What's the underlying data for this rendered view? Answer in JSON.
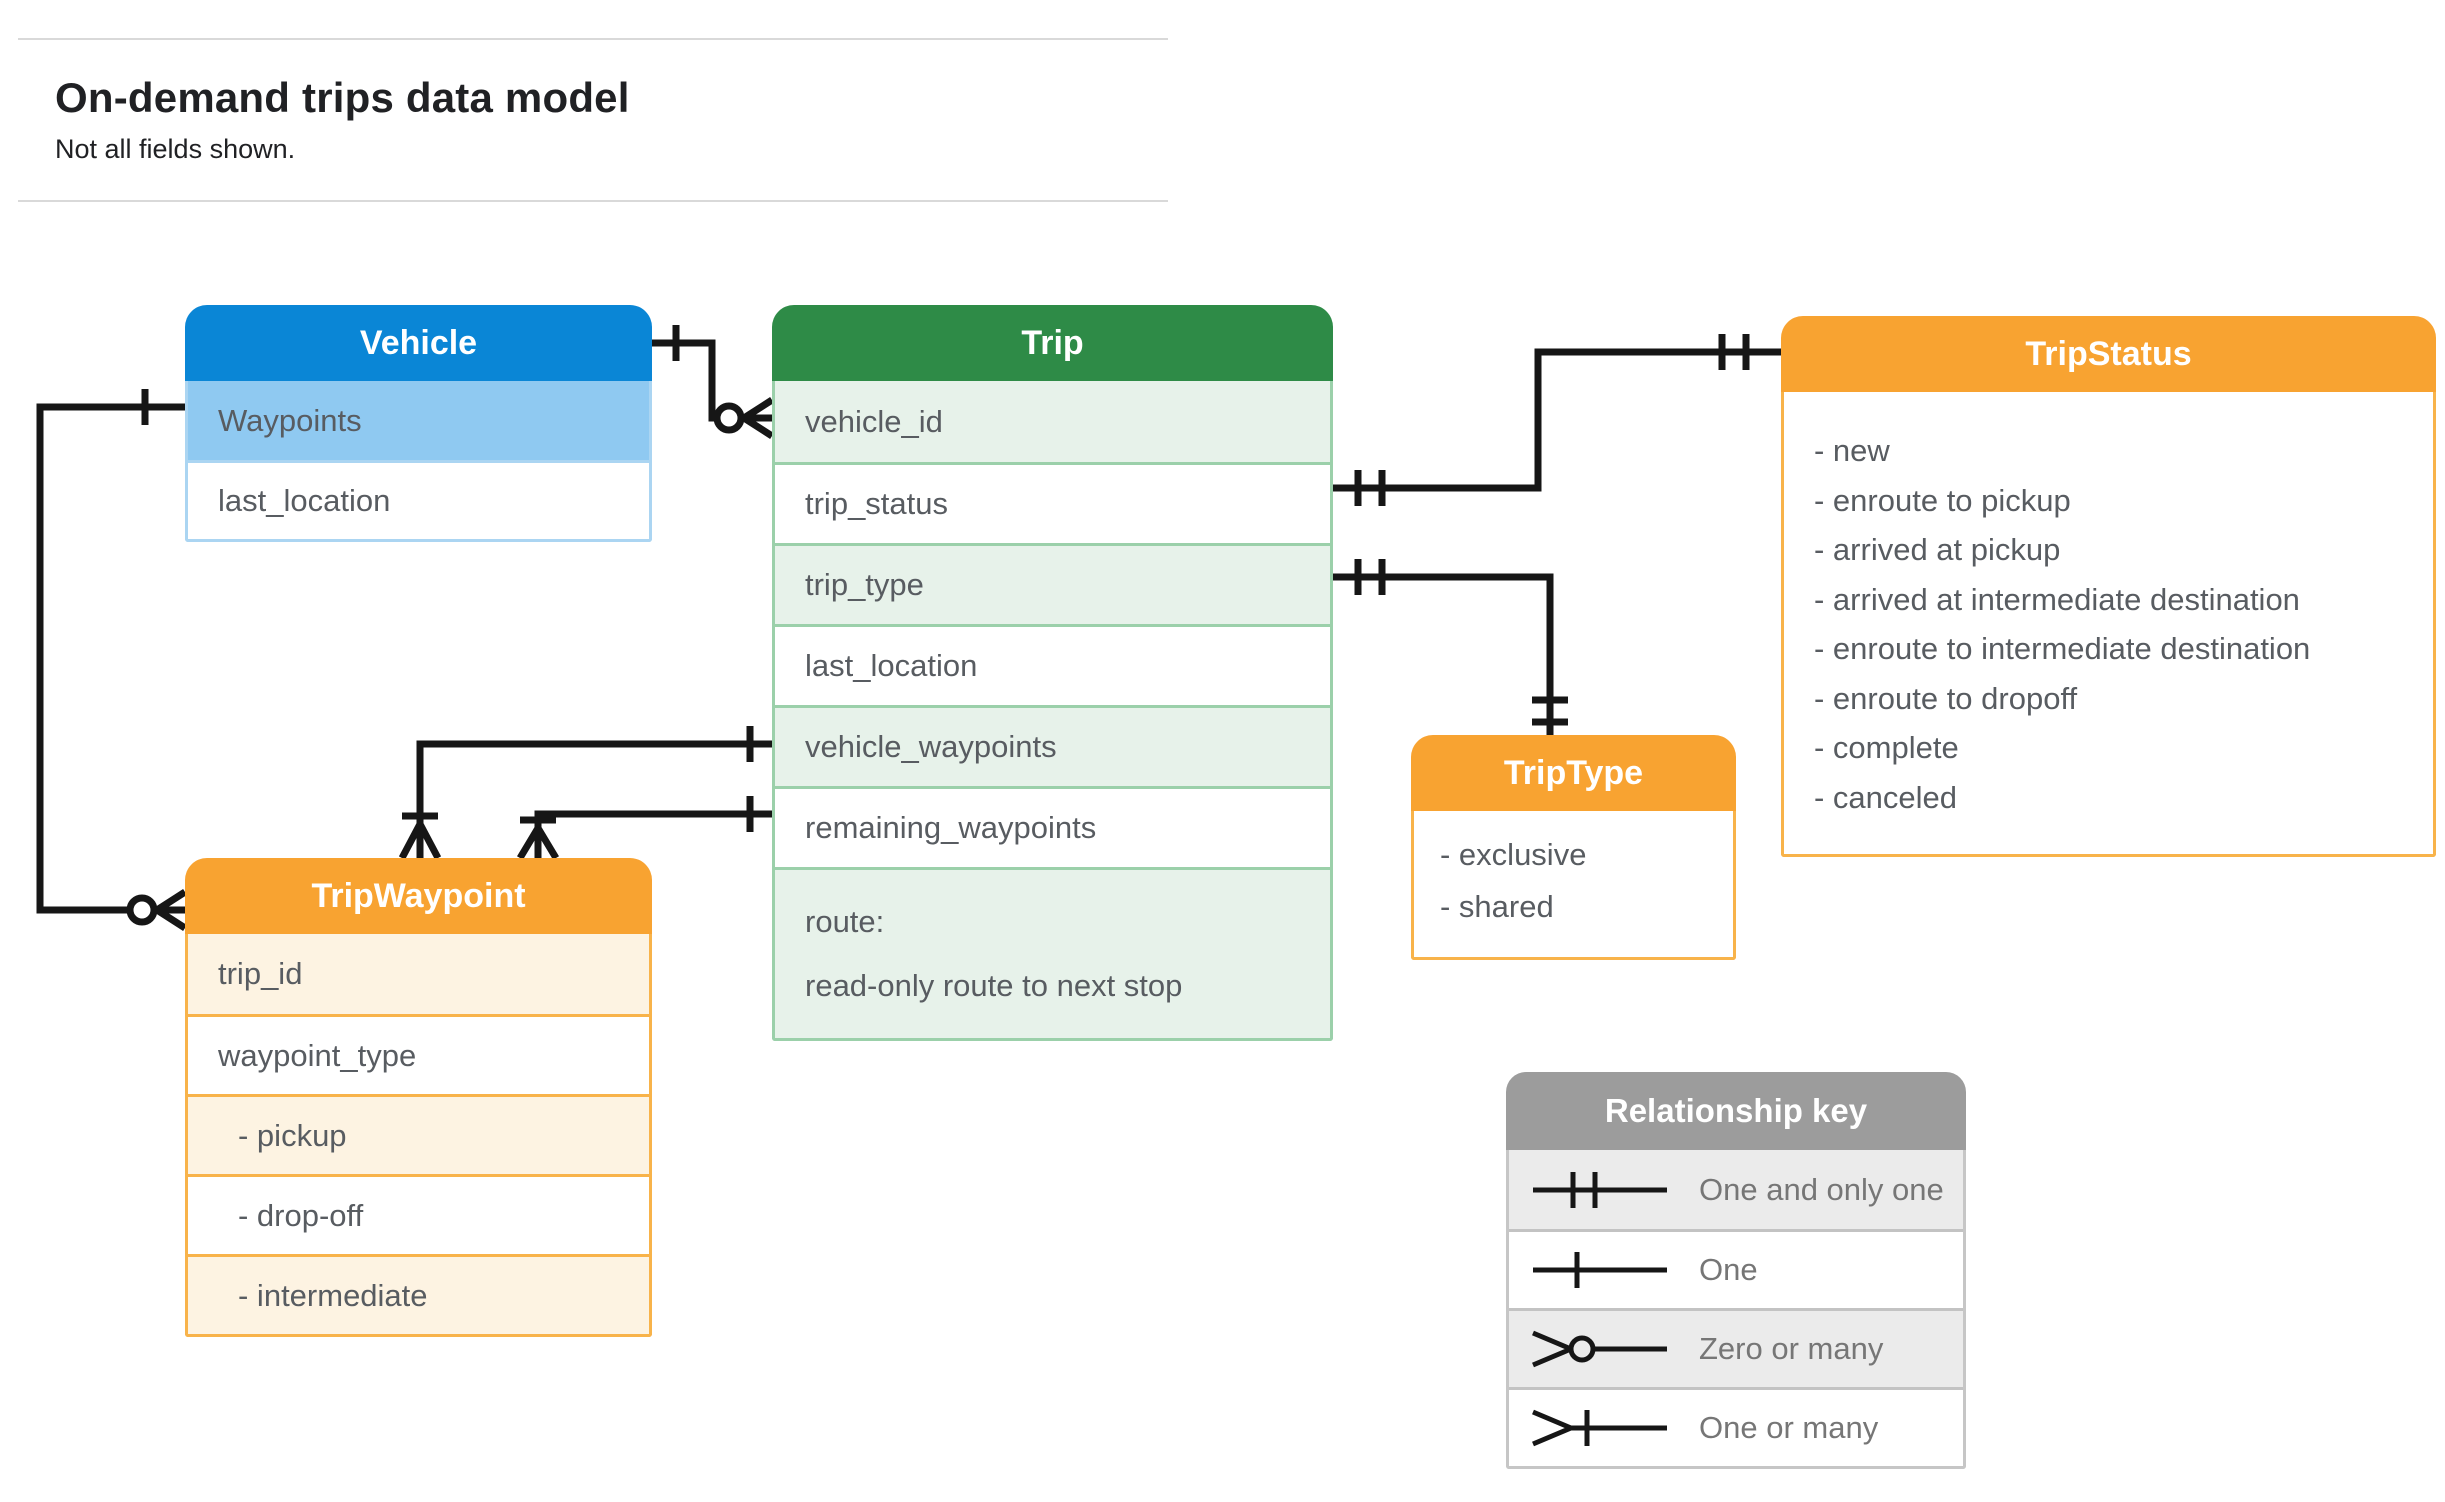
{
  "header": {
    "title": "On-demand trips data model",
    "subtitle": "Not all fields shown."
  },
  "colors": {
    "blue": "#0a86d6",
    "blue_light": "#8fc9f1",
    "green": "#2e8b47",
    "green_light": "#e7f2ea",
    "orange": "#f8a331",
    "orange_light": "#fdf3e2",
    "gray": "#9c9c9c",
    "gray_light": "#ebebeb",
    "connector": "#161616"
  },
  "entities": {
    "vehicle": {
      "title": "Vehicle",
      "fields": [
        {
          "label": "Waypoints"
        },
        {
          "label": "last_location"
        }
      ]
    },
    "trip": {
      "title": "Trip",
      "fields": [
        {
          "label": "vehicle_id"
        },
        {
          "label": "trip_status"
        },
        {
          "label": "trip_type"
        },
        {
          "label": "last_location"
        },
        {
          "label": "vehicle_waypoints"
        },
        {
          "label": "remaining_waypoints"
        },
        {
          "lines": [
            "route:",
            "read-only route to next stop"
          ]
        }
      ]
    },
    "tripstatus": {
      "title": "TripStatus",
      "items": [
        "- new",
        "- enroute to pickup",
        "- arrived at pickup",
        "- arrived at intermediate destination",
        "- enroute to intermediate destination",
        "- enroute to dropoff",
        "- complete",
        "- canceled"
      ]
    },
    "tripwaypoint": {
      "title": "TripWaypoint",
      "fields": [
        {
          "label": "trip_id"
        },
        {
          "label": "waypoint_type"
        },
        {
          "label": "- pickup",
          "indent": true
        },
        {
          "label": "- drop-off",
          "indent": true
        },
        {
          "label": "- intermediate",
          "indent": true
        }
      ]
    },
    "triptype": {
      "title": "TripType",
      "items": [
        "- exclusive",
        "- shared"
      ]
    }
  },
  "legend": {
    "title": "Relationship key",
    "rows": [
      {
        "symbol": "one-and-only-one",
        "label": "One and only one"
      },
      {
        "symbol": "one",
        "label": "One"
      },
      {
        "symbol": "zero-or-many",
        "label": "Zero or many"
      },
      {
        "symbol": "one-or-many",
        "label": "One or many"
      }
    ]
  },
  "relationships": [
    {
      "from": "Vehicle",
      "to": "Trip.vehicle_id",
      "from_end": "one",
      "to_end": "zero-or-many"
    },
    {
      "from": "Vehicle.Waypoints",
      "to": "TripWaypoint",
      "from_end": "one",
      "to_end": "zero-or-many"
    },
    {
      "from": "Trip.trip_status",
      "to": "TripStatus",
      "from_end": "one-and-only-one",
      "to_end": "one-and-only-one"
    },
    {
      "from": "Trip.trip_type",
      "to": "TripType",
      "from_end": "one-and-only-one",
      "to_end": "one-and-only-one"
    },
    {
      "from": "Trip.vehicle_waypoints",
      "to": "TripWaypoint",
      "from_end": "one",
      "to_end": "one-or-many"
    },
    {
      "from": "Trip.remaining_waypoints",
      "to": "TripWaypoint",
      "from_end": "one",
      "to_end": "one-or-many"
    }
  ]
}
